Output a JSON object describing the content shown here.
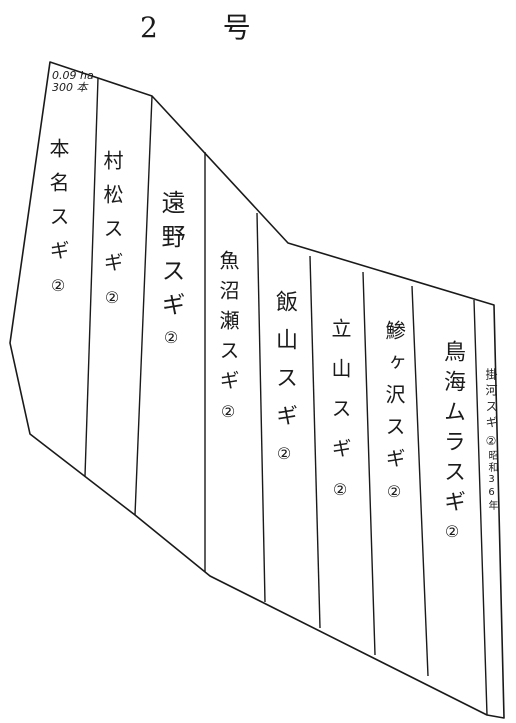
{
  "title": "2 号",
  "corner_note": {
    "area": "0.09 ha",
    "trees": "300 本"
  },
  "plots": [
    {
      "name": "本名スギ",
      "mark": "②"
    },
    {
      "name": "村松スギ",
      "mark": "②"
    },
    {
      "name": "遠野スギ",
      "mark": "②"
    },
    {
      "name": "魚沼瀬スギ",
      "mark": "②"
    },
    {
      "name": "飯山スギ",
      "mark": "②"
    },
    {
      "name": "立山スギ",
      "mark": "②"
    },
    {
      "name": "鯵ヶ沢スギ",
      "mark": "②"
    },
    {
      "name": "鳥海ムラスギ",
      "mark": "②"
    },
    {
      "name": "掛河スギ",
      "mark": "②",
      "note": "昭和36年"
    }
  ]
}
